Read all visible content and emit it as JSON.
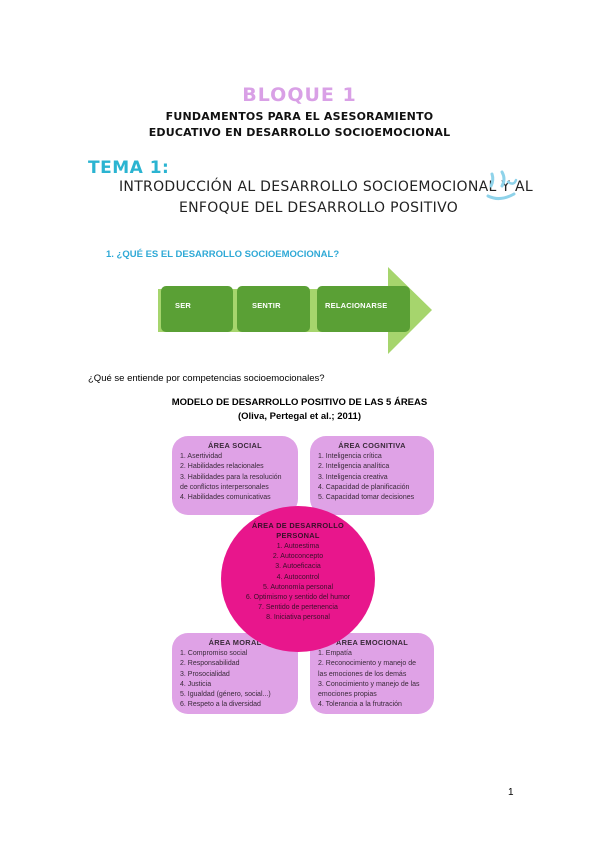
{
  "header": {
    "bloque": "BLOQUE 1",
    "subtitle_line1": "FUNDAMENTOS PARA EL ASESORAMIENTO",
    "subtitle_line2": "EDUCATIVO EN DESARROLLO SOCIOEMOCIONAL"
  },
  "tema": {
    "label": "TEMA 1:",
    "line1": "INTRODUCCIÓN AL DESARROLLO SOCIOEMOCIONAL Y AL",
    "line2": "ENFOQUE DEL DESARROLLO POSITIVO"
  },
  "section": {
    "heading": "1.   ¿QUÉ ES EL DESARROLLO SOCIOEMOCIONAL?",
    "steps": [
      "SER",
      "SENTIR",
      "RELACIONARSE"
    ]
  },
  "question": "¿Qué se entiende por competencias socioemocionales?",
  "model": {
    "title": "MODELO DE DESARROLLO POSITIVO DE LAS 5 ÁREAS",
    "subtitle": "(Oliva, Pertegal et al.; 2011)",
    "areas": {
      "social": {
        "title": "ÁREA SOCIAL",
        "items": [
          "1. Asertividad",
          "2. Habilidades relacionales",
          "3. Habilidades para la resolución de conflictos interpersonales",
          "4. Habilidades comunicativas"
        ]
      },
      "cognitiva": {
        "title": "ÁREA COGNITIVA",
        "items": [
          "1. Inteligencia crítica",
          "2. Inteligencia analítica",
          "3. Inteligencia creativa",
          "4. Capacidad de planificación",
          "5. Capacidad tomar decisiones"
        ]
      },
      "personal": {
        "title": "ÁREA DE DESARROLLO PERSONAL",
        "items": [
          "1. Autoestima",
          "2. Autoconcepto",
          "3. Autoeficacia",
          "4. Autocontrol",
          "5. Autonomía personal",
          "6. Optimismo y sentido del humor",
          "7. Sentido de pertenencia",
          "8. Iniciativa personal"
        ]
      },
      "moral": {
        "title": "ÁREA MORAL",
        "items": [
          "1. Compromiso social",
          "2. Responsabilidad",
          "3. Prosocialidad",
          "4. Justicia",
          "5. Igualdad (género, social...)",
          "6. Respeto a la diversidad"
        ]
      },
      "emocional": {
        "title": "ÁREA EMOCIONAL",
        "items": [
          "1. Empatía",
          "2. Reconocimiento y manejo de las emociones de los demás",
          "3. Conocimiento y manejo de las emociones propias",
          "4. Tolerancia a la frutración"
        ]
      }
    }
  },
  "page_number": "1",
  "colors": {
    "bloque": "#d9a0e6",
    "tema": "#2bb4d1",
    "heading": "#2fa9d6",
    "arrow": "#a6d56d",
    "step": "#5aa035",
    "area": "#dfa2e6",
    "personal": "#e8168c"
  }
}
